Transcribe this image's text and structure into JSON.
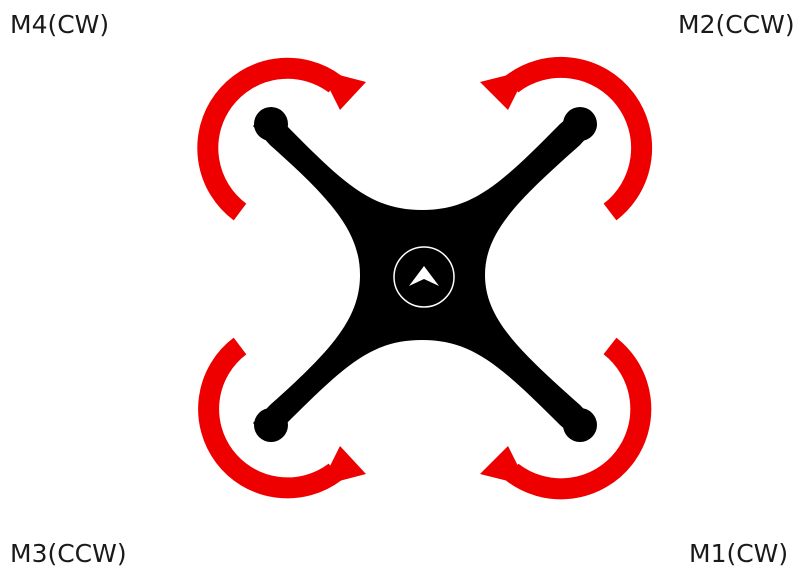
{
  "labels": {
    "m4": "M4(CW)",
    "m2": "M2(CCW)",
    "m3": "M3(CCW)",
    "m1": "M1(CW)"
  },
  "colors": {
    "arrow": "#ee0000",
    "frame": "#000000",
    "center_ring": "#ffffff"
  },
  "icons": {
    "center": "chevron-up-icon"
  }
}
